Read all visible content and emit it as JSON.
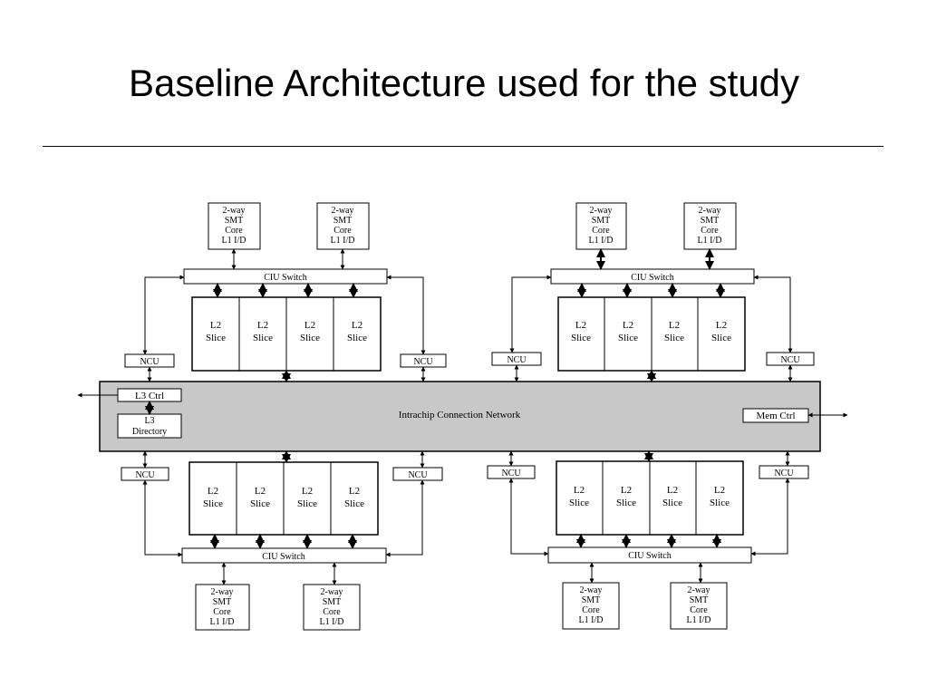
{
  "slide": {
    "title": "Baseline Architecture used for the study"
  },
  "labels": {
    "core_line1": "2-way",
    "core_line2": "SMT",
    "core_line3": "Core",
    "core_line4": "L1 I/D",
    "switch": "CIU Switch",
    "l2_line1": "L2",
    "l2_line2": "Slice",
    "ncu": "NCU",
    "network": "Intrachip Connection Network",
    "l3_ctrl": "L3 Ctrl",
    "l3_dir_line1": "L3",
    "l3_dir_line2": "Directory",
    "mem_ctrl": "Mem Ctrl"
  }
}
